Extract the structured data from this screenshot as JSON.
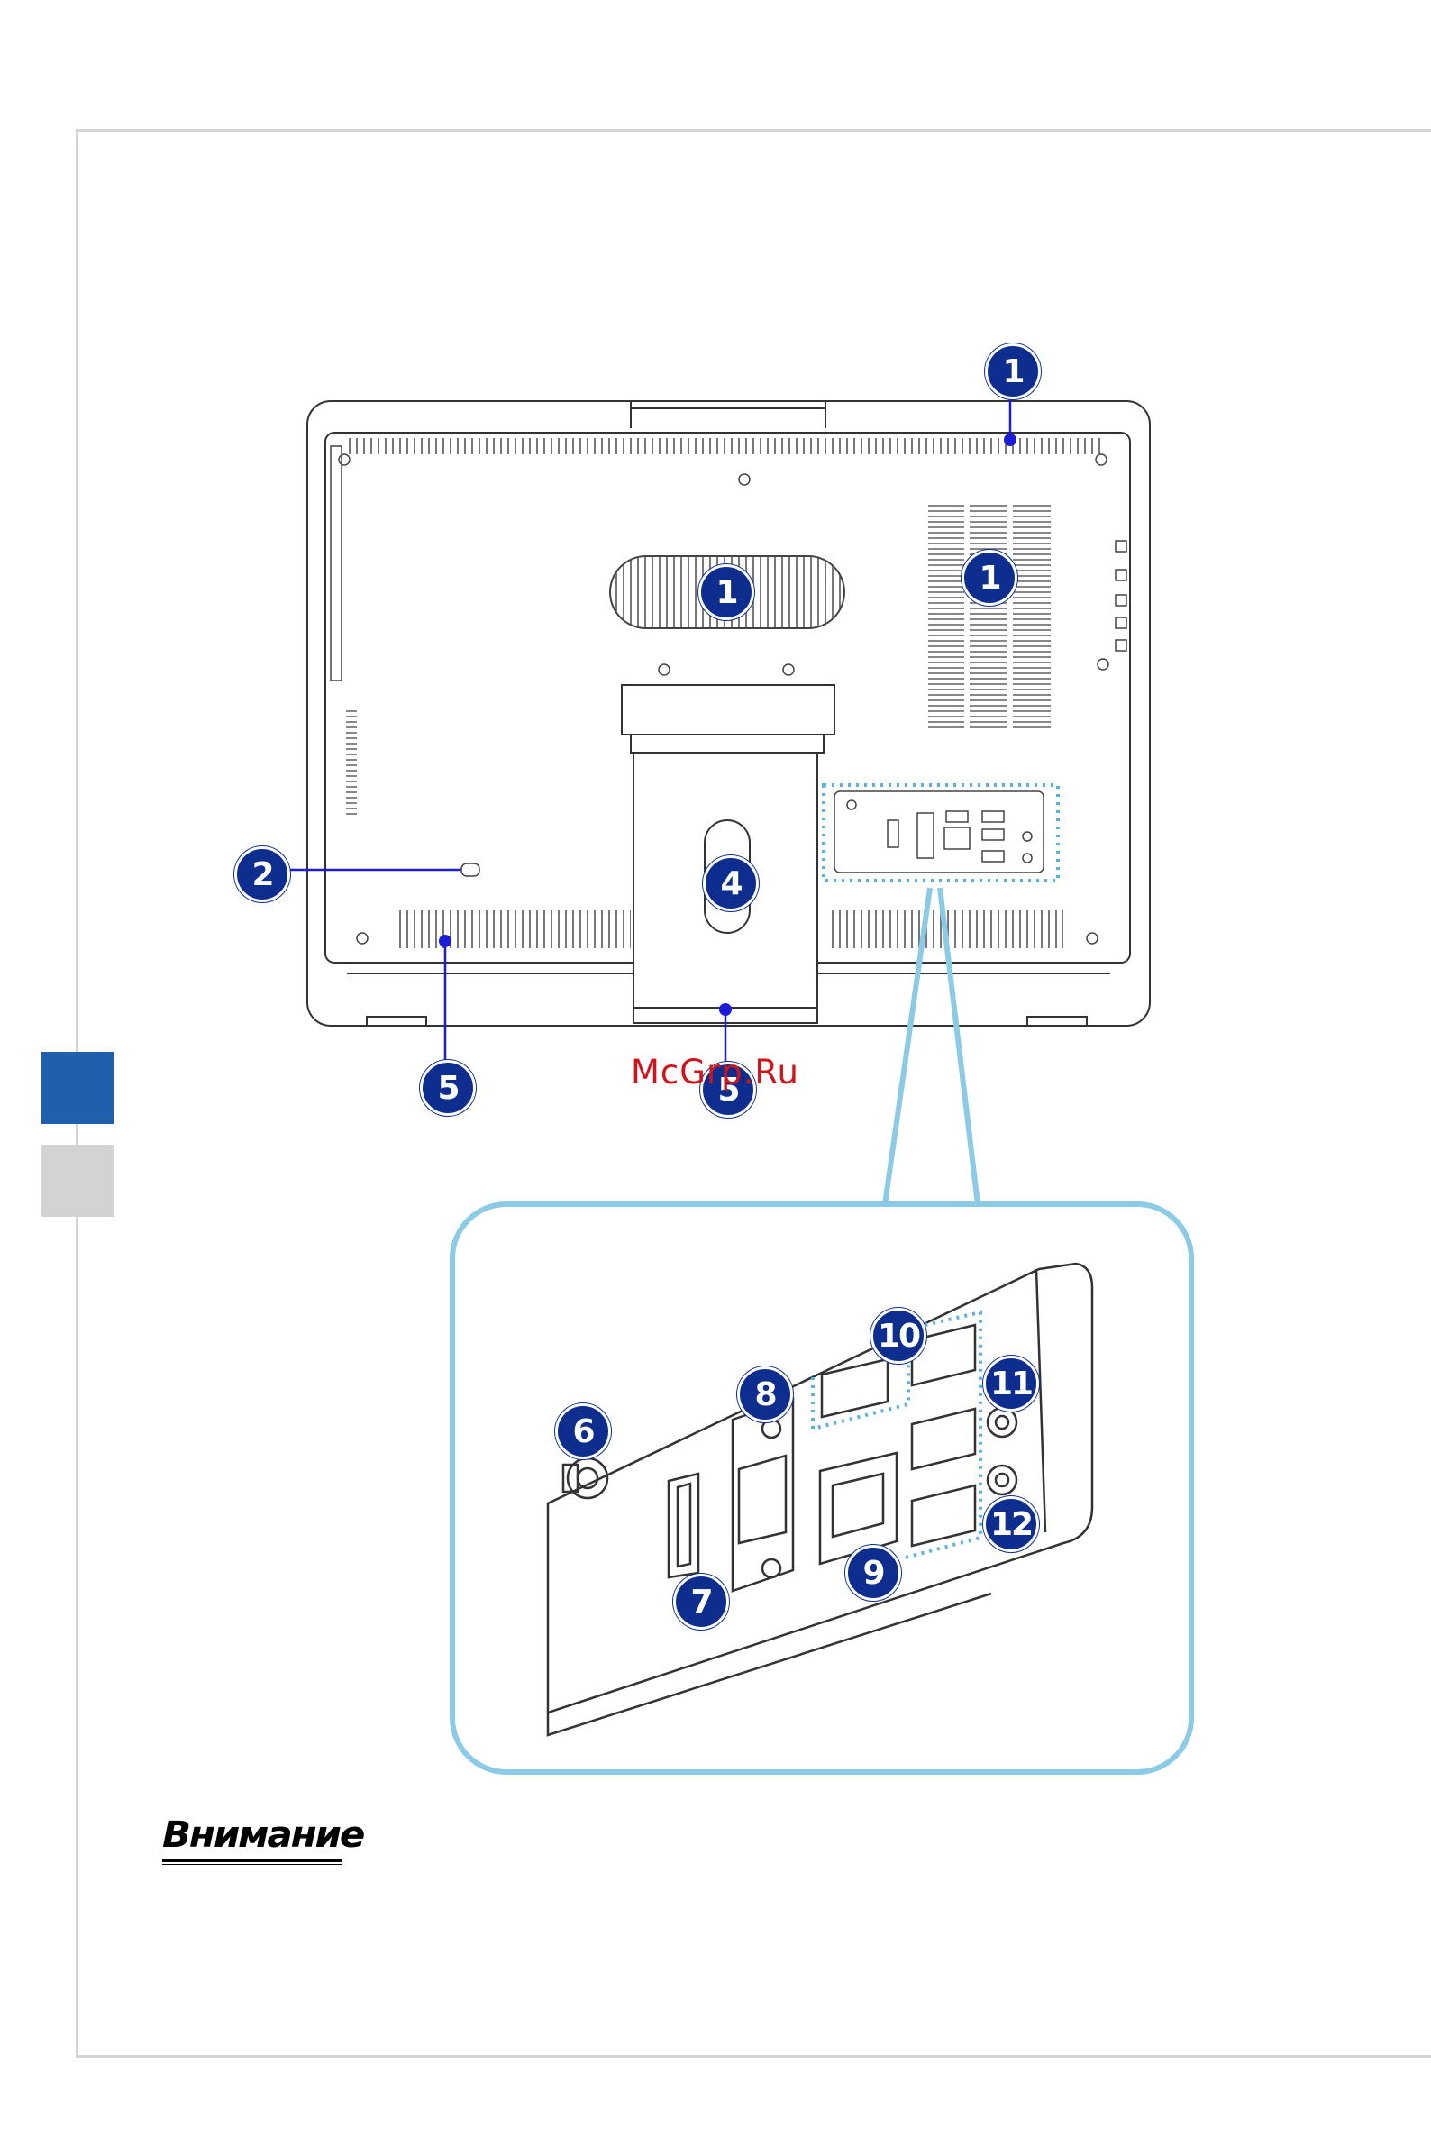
{
  "watermark": "McGrp.Ru",
  "notice_heading": "Внимание",
  "colors": {
    "callout": "#0e2e8f",
    "highlight": "#5bb3dc",
    "tab_active": "#1f5fac",
    "tab_inactive": "#d3d3d3"
  },
  "callouts": {
    "c1_top": "1",
    "c1_center": "1",
    "c1_right": "1",
    "c2": "2",
    "c4": "4",
    "c5_left": "5",
    "c5_center": "5",
    "c6": "6",
    "c7": "7",
    "c8": "8",
    "c9": "9",
    "c10": "10",
    "c11": "11",
    "c12": "12"
  }
}
